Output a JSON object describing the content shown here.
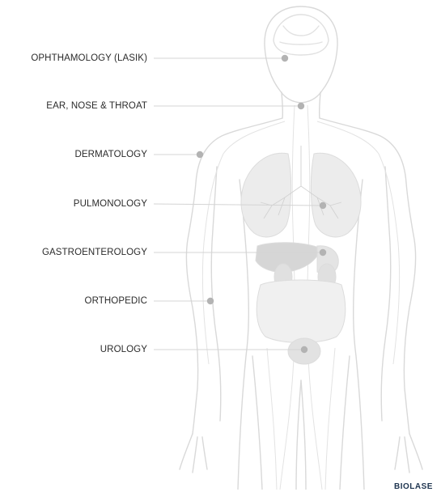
{
  "specialties": [
    {
      "label": "OPHTHAMOLOGY (LASIK)"
    },
    {
      "label": "EAR, NOSE & THROAT"
    },
    {
      "label": "DERMATOLOGY"
    },
    {
      "label": "PULMONOLOGY"
    },
    {
      "label": "GASTROENTEROLOGY"
    },
    {
      "label": "ORTHOPEDIC"
    },
    {
      "label": "UROLOGY"
    }
  ],
  "brand": {
    "text": "BIOLASE"
  },
  "colors": {
    "label_text": "#2b2b2b",
    "connector_line": "#d4d4d4",
    "marker_dot": "#b3b3b3",
    "body_outline": "#d9d9d9",
    "organ_fill": "#ececec",
    "brand_text": "#1f3550"
  }
}
